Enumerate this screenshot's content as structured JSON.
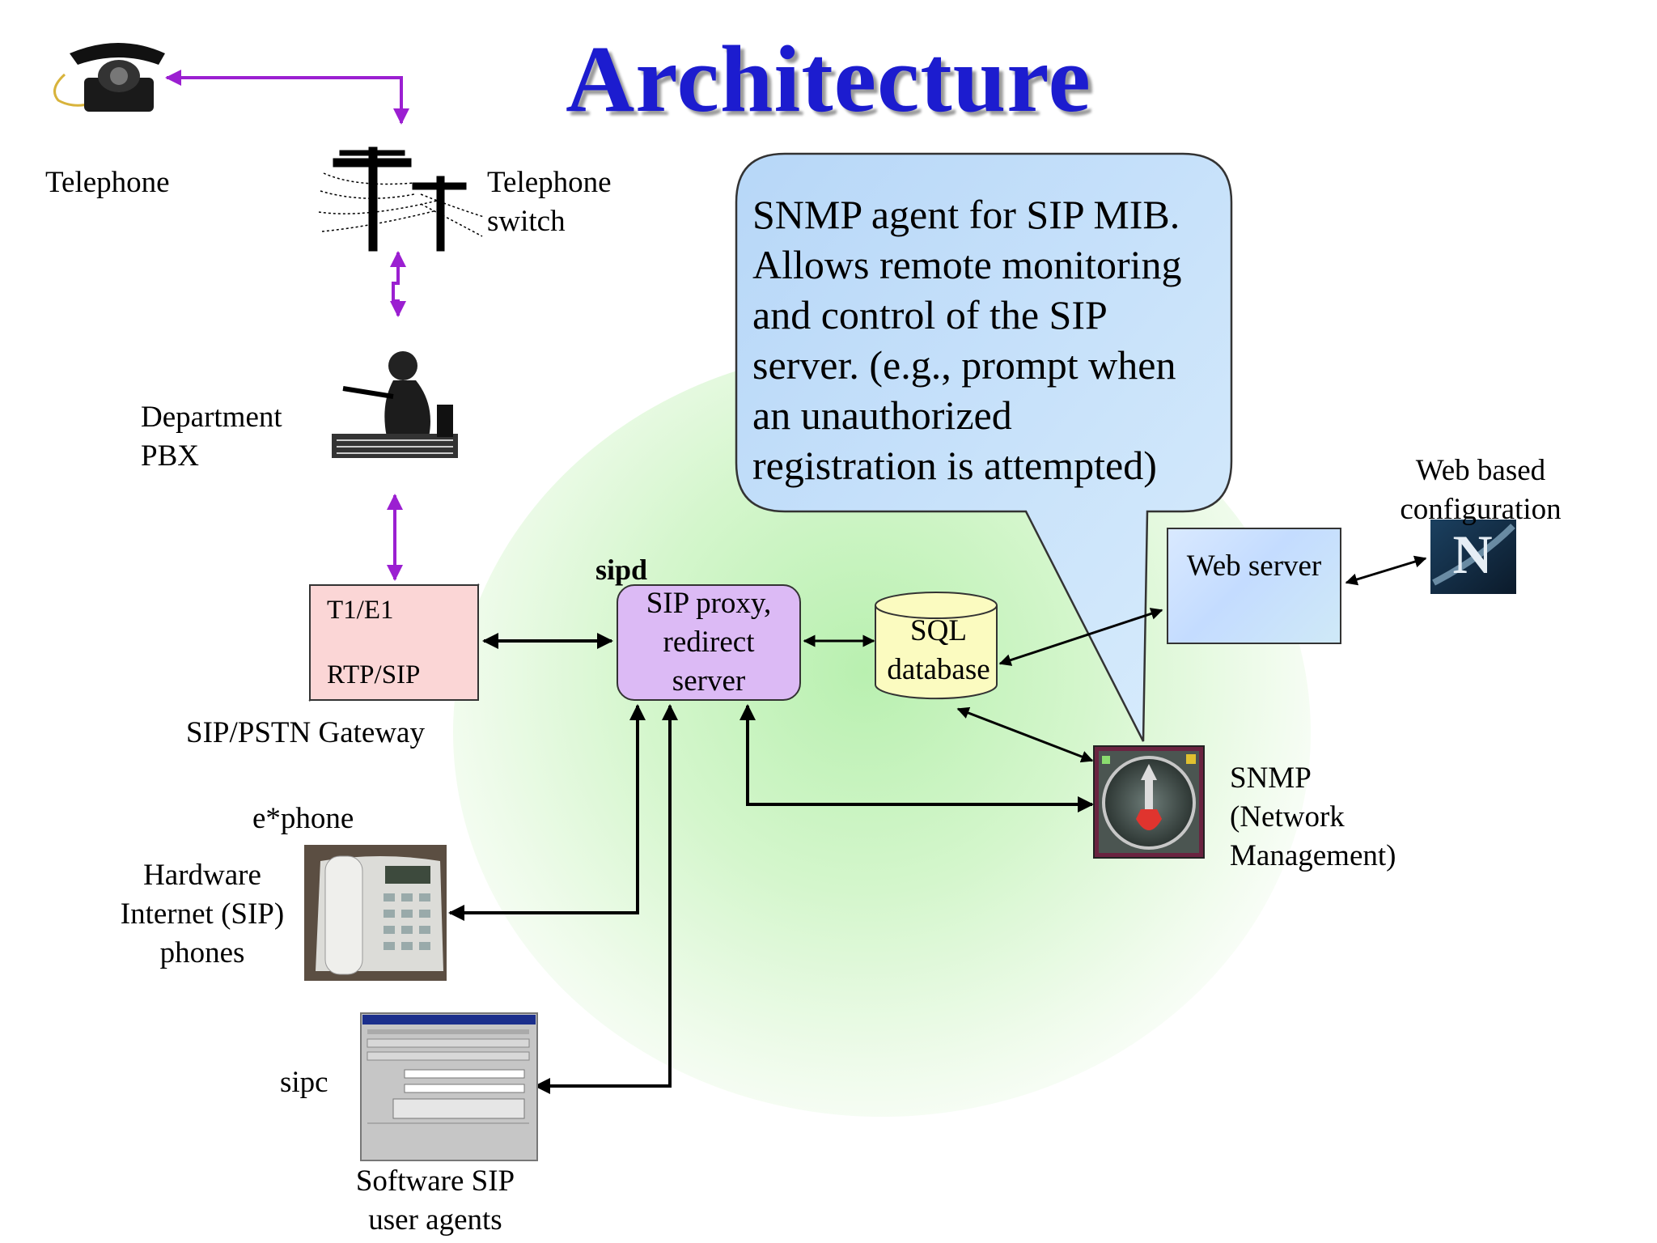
{
  "title": "Architecture",
  "labels": {
    "telephone": "Telephone",
    "telephone_switch": "Telephone\nswitch",
    "department_pbx": "Department\nPBX",
    "gateway_top": "T1/E1",
    "gateway_bottom": "RTP/SIP",
    "gateway_caption": "SIP/PSTN Gateway",
    "sipd": "sipd",
    "proxy": "SIP proxy,\nredirect\nserver",
    "sql": "SQL\ndatabase",
    "web_server": "Web server",
    "web_config": "Web based\nconfiguration",
    "snmp": "SNMP\n(Network\nManagement)",
    "ephone": "e*phone",
    "hardware_phones": "Hardware\nInternet (SIP)\nphones",
    "sipc": "sipc",
    "software_agents": "Software SIP\nuser agents"
  },
  "callout": "SNMP agent for SIP MIB.\nAllows remote monitoring\nand control of the SIP\nserver. (e.g., prompt when\nan unauthorized\nregistration is attempted)",
  "icons": [
    "telephone-icon",
    "telephone-pole-icon",
    "switchboard-operator-icon",
    "desk-phone-icon",
    "software-window-icon",
    "netscape-icon",
    "snmp-gauge-icon"
  ],
  "colors": {
    "title": "#1c1ccf",
    "purple_link": "#9b1fd1",
    "gateway_fill": "#fbd6d6",
    "proxy_fill": "#dcbaf5",
    "sql_fill": "#fbfbc0",
    "web_fill": "#c4dcff",
    "callout_fill": "#c6e1fb",
    "glow": "#c8f3bf"
  }
}
